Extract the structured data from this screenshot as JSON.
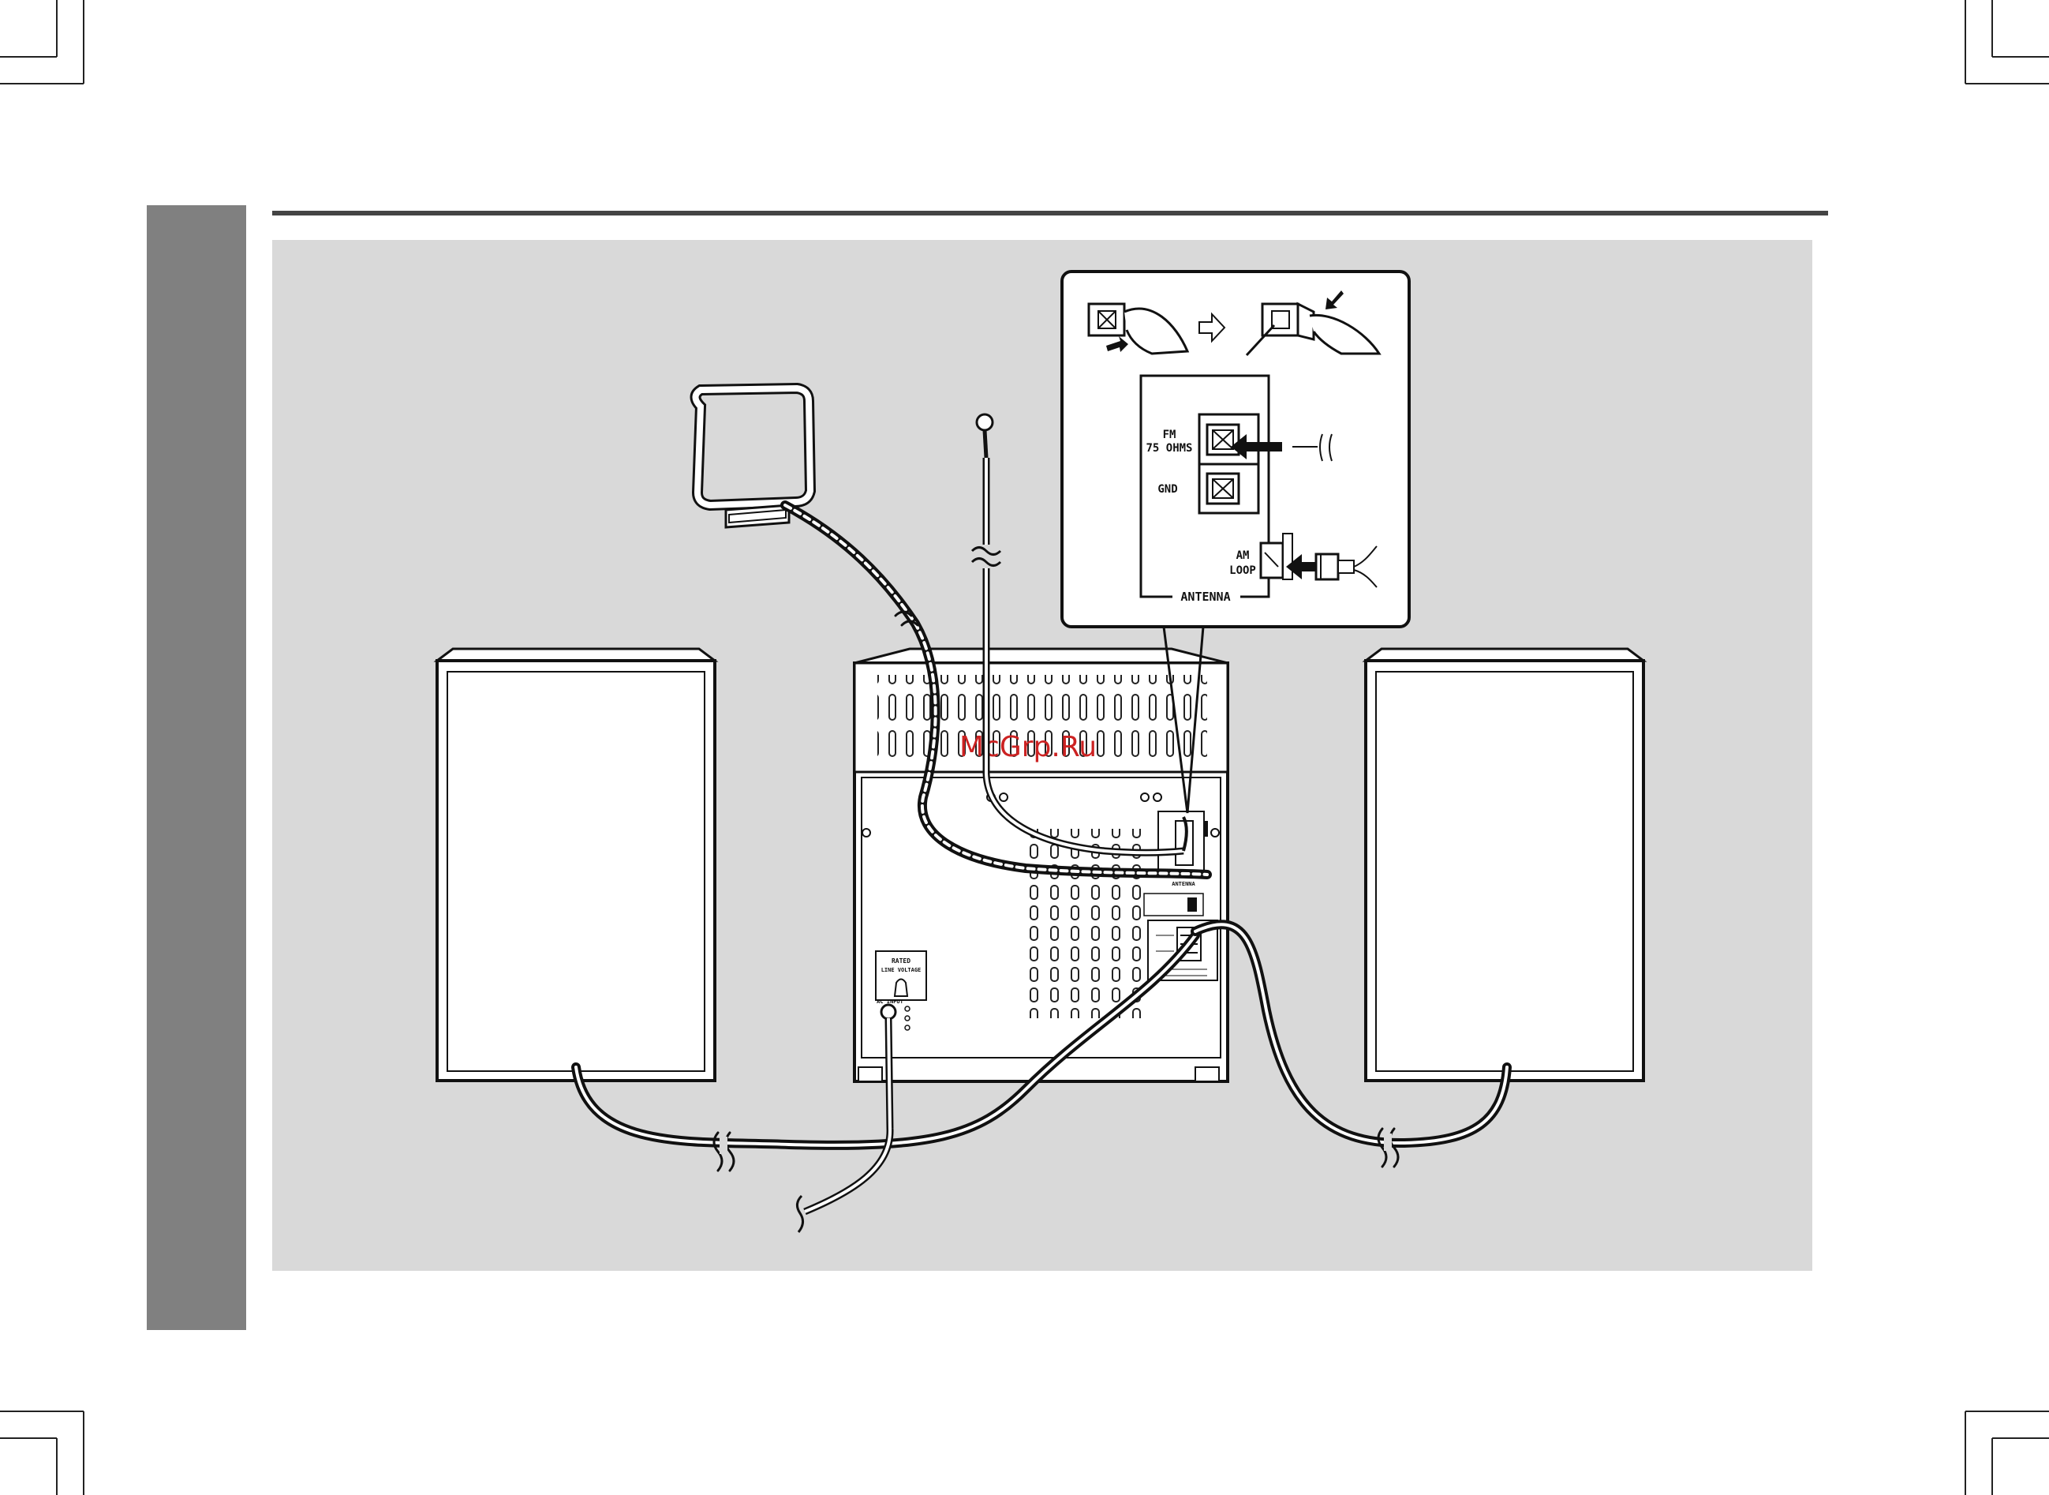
{
  "diagram": {
    "watermark": "McGrp.Ru",
    "inset": {
      "fm_label_line1": "FM",
      "fm_label_line2": "75 OHMS",
      "gnd_label": "GND",
      "am_label_line1": "AM",
      "am_label_line2": "LOOP",
      "antenna_label": "ANTENNA"
    },
    "rear_panel": {
      "rated_line1": "RATED",
      "rated_line2": "LINE VOLTAGE",
      "ac_input": "AC INPUT",
      "antenna_small": "ANTENNA"
    }
  },
  "colors": {
    "sidebar": "#808080",
    "panel": "#d9d9d9",
    "rule": "#444444",
    "line": "#111111"
  }
}
